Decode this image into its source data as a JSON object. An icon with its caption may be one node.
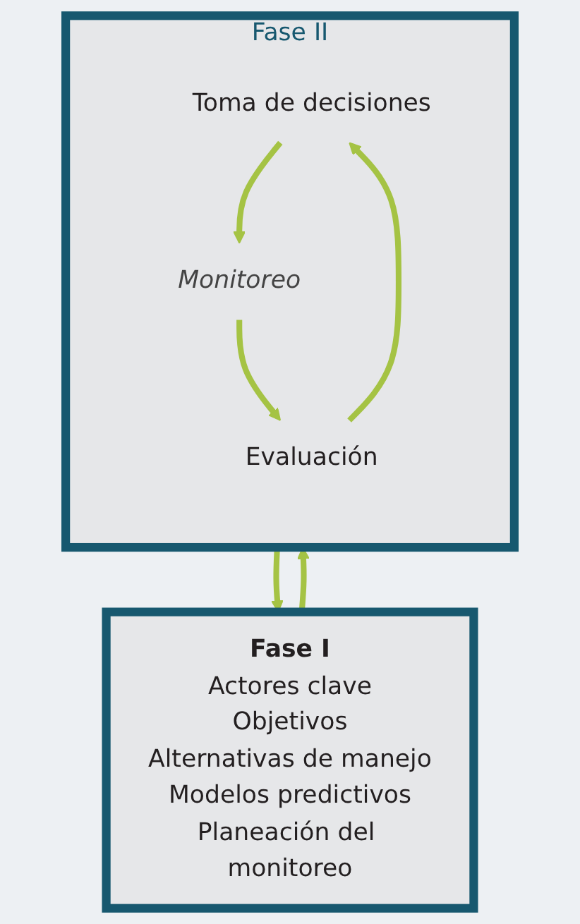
{
  "diagram": {
    "nodes": [
      {
        "text": [
          "Fase I",
          "Actores clave",
          "Objetivos",
          "Alternativas de manejo",
          "Modelos predictivos",
          "Planeación del monitoreo"
        ]
      },
      {
        "text": [
          "Fase II"
        ]
      },
      {
        "text": [
          "Toma de decisiones"
        ],
        "in": 1
      },
      {
        "text": [
          "Monitoreo"
        ],
        "in": 1
      },
      {
        "text": [
          "Evaluación"
        ],
        "in": 1
      }
    ],
    "edges": [
      {
        "from": 0,
        "to": 1,
        "arrow": "to"
      },
      {
        "from": 2,
        "to": 3,
        "arrow": "to"
      },
      {
        "from": 3,
        "to": 4,
        "arrow": "to"
      },
      {
        "from": 4,
        "to": 2,
        "arrow": "to"
      },
      {
        "from": 1,
        "to": 0,
        "arrow": "to"
      }
    ]
  }
}
